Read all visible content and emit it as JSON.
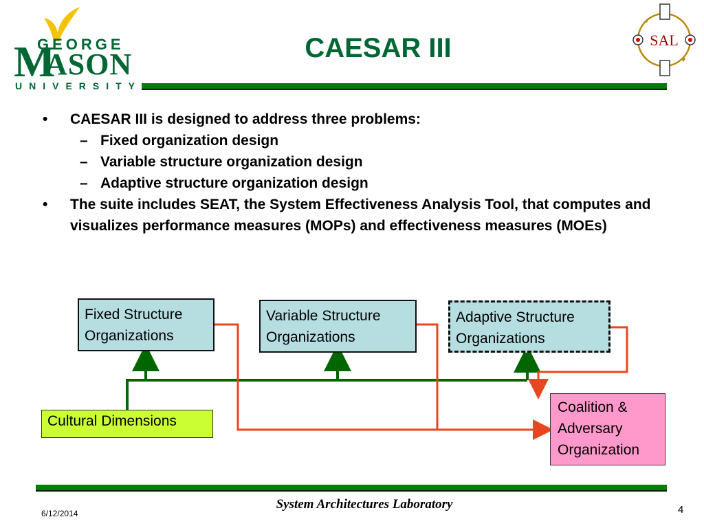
{
  "logo": {
    "top": "GEORGE",
    "mason_m": "M",
    "mason_rest": "ASON",
    "bottom": "UNIVERSITY"
  },
  "title": "CAESAR III",
  "sal_logo_text": "SAL",
  "bullets": [
    {
      "text": "CAESAR III is designed to address three problems:",
      "subs": [
        "Fixed organization design",
        "Variable structure organization design",
        "Adaptive structure organization design"
      ]
    },
    {
      "text": "The suite includes SEAT, the System Effectiveness Analysis Tool, that computes and visualizes performance measures (MOPs) and effectiveness measures (MOEs)",
      "subs": []
    }
  ],
  "bullet_mark": "•",
  "sub_mark": "–",
  "diagram": {
    "fixed": "Fixed Structure Organizations",
    "variable": "Variable Structure Organizations",
    "adaptive": "Adaptive Structure Organizations",
    "cultural": "Cultural Dimensions",
    "coalition": "Coalition & Adversary Organization",
    "colors": {
      "green_arrow": "#006600",
      "red_arrow": "#e8461e"
    }
  },
  "footer": {
    "lab": "System Architectures Laboratory",
    "date": "6/12/2014",
    "page": "4"
  },
  "colors": {
    "brand_green": "#006633",
    "rule_green": "#008000",
    "box_blue": "#b6dde0",
    "yellow": "#ccff33",
    "pink": "#ff99cc"
  }
}
